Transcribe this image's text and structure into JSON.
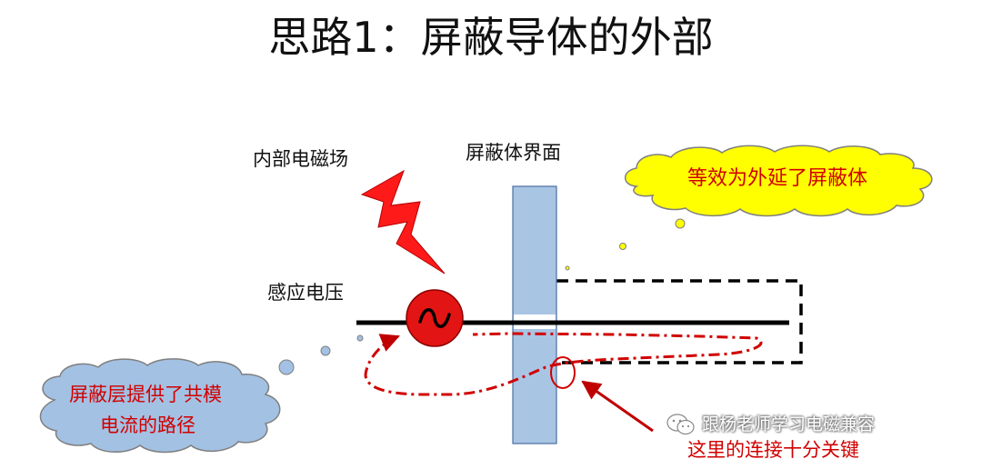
{
  "title": "思路1：屏蔽导体的外部",
  "labels": {
    "internal_field": "内部电磁场",
    "shield_interface": "屏蔽体界面",
    "induced_voltage": "感应电压",
    "equivalent_extension": "等效为外延了屏蔽体",
    "shield_path_line1": "屏蔽层提供了共模",
    "shield_path_line2": "电流的路径",
    "key_connection": "这里的连接十分关键"
  },
  "watermark": "跟杨老师学习电磁兼容",
  "icons": {
    "lightning": "lightning-bolt-icon",
    "ac_source": "ac-voltage-source-icon",
    "wechat": "wechat-icon"
  },
  "colors": {
    "lightning": "#ff1a1a",
    "source_fill": "#e31414",
    "shield_fill": "#a9c5e4",
    "cloud_yellow": "#ffff00",
    "cloud_blue": "#a3c1e3",
    "current_path": "#d10000",
    "conductor": "#000000"
  }
}
